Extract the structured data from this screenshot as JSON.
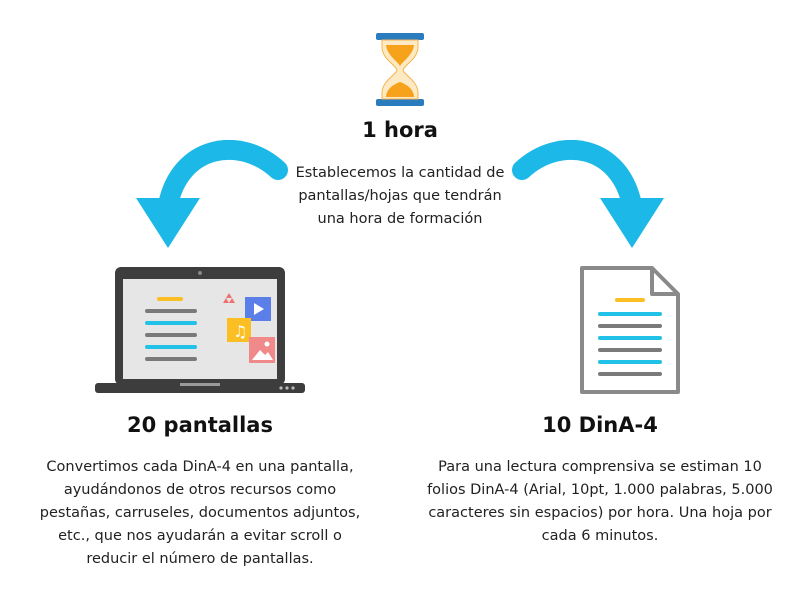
{
  "center": {
    "title": "1 hora",
    "description": "Establecemos la cantidad de pantallas/hojas que tendrán una hora de formación",
    "icon": "hourglass-icon"
  },
  "left": {
    "title": "20 pantallas",
    "description": "Convertimos cada DinA-4 en una pantalla, ayudándonos de otros recursos como pestañas, carruseles, documentos adjuntos, etc., que nos ayudarán a evitar scroll o reducir el número de pantallas.",
    "icon": "laptop-icon"
  },
  "right": {
    "title": "10 DinA-4",
    "description": "Para una lectura comprensiva se estiman 10 folios DinA-4 (Arial, 10pt, 1.000 palabras, 5.000 caracteres sin espacios) por hora. Una hoja por cada 6 minutos.",
    "icon": "document-icon"
  },
  "colors": {
    "arrow": "#1cb8e8",
    "accent_yellow": "#fbbf24",
    "accent_cyan": "#22c1e8",
    "hourglass_frame": "#2b7bbf",
    "hourglass_sand": "#f7a21b"
  }
}
